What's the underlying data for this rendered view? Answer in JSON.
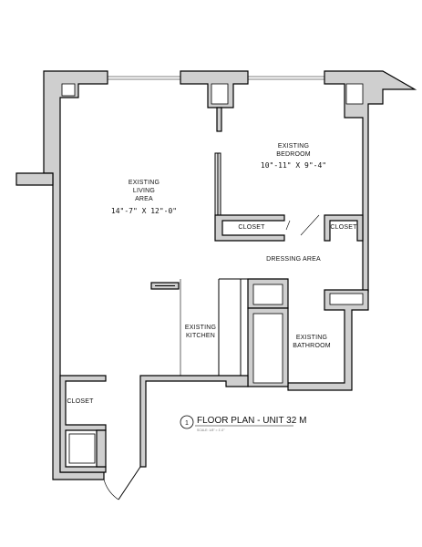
{
  "rooms": {
    "living": {
      "line1": "EXISTING",
      "line2": "LIVING",
      "line3": "AREA",
      "dims": "14\"-7\" X 12\"-0\""
    },
    "bedroom": {
      "line1": "EXISTING",
      "line2": "BEDROOM",
      "dims": "10\"-11\" X 9\"-4\""
    },
    "kitchen": {
      "line1": "EXISTING",
      "line2": "KITCHEN"
    },
    "bathroom": {
      "line1": "EXISTING",
      "line2": "BATHROOM"
    },
    "dressing": {
      "label": "DRESSING AREA"
    },
    "closet_bedroom": {
      "label": "CLOSET"
    },
    "closet_dressing": {
      "label": "CLOSET"
    },
    "closet_entry": {
      "label": "CLOSET"
    }
  },
  "title_block": {
    "number": "1",
    "title": "FLOOR PLAN - UNIT 32 M",
    "scale": "SCALE: 1/8\" = 1'-0\""
  }
}
